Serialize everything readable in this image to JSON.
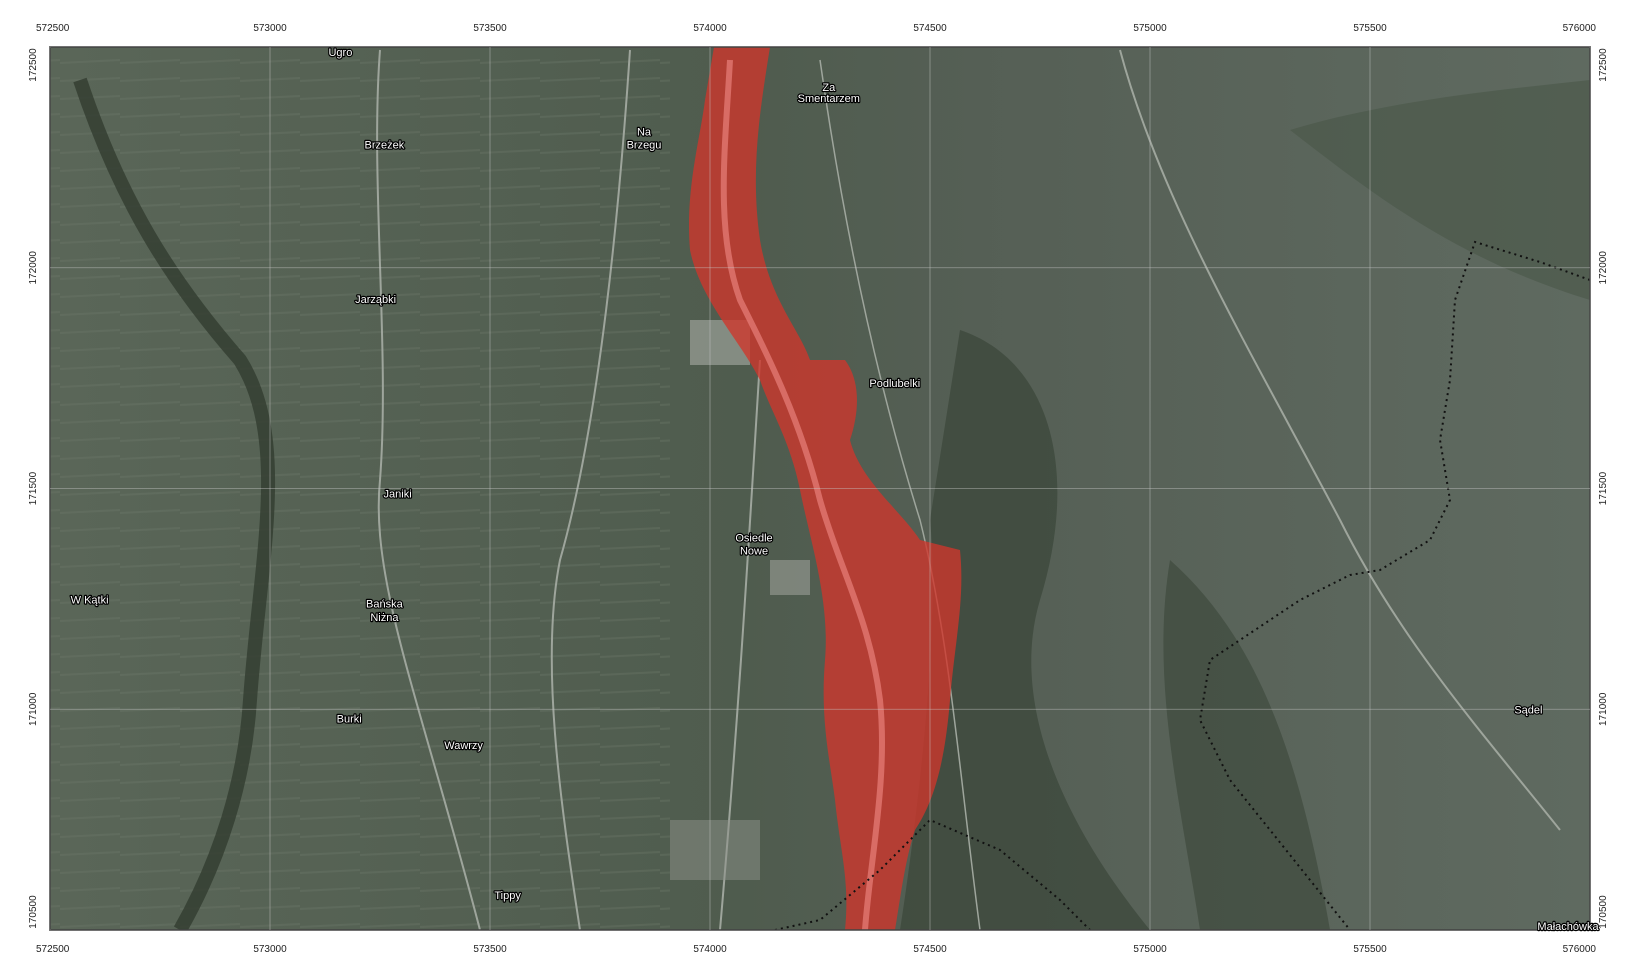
{
  "map": {
    "x_ticks": [
      {
        "label": "572500",
        "value": 572500
      },
      {
        "label": "573000",
        "value": 573000
      },
      {
        "label": "573500",
        "value": 573500
      },
      {
        "label": "574000",
        "value": 574000
      },
      {
        "label": "574500",
        "value": 574500
      },
      {
        "label": "575000",
        "value": 575000
      },
      {
        "label": "575500",
        "value": 575500
      },
      {
        "label": "576000",
        "value": 576000
      }
    ],
    "y_ticks": [
      {
        "label": "172500",
        "value": 172500
      },
      {
        "label": "172000",
        "value": 172000
      },
      {
        "label": "171500",
        "value": 171500
      },
      {
        "label": "171000",
        "value": 171000
      },
      {
        "label": "170500",
        "value": 170500
      }
    ],
    "places": [
      {
        "name": "Ugro",
        "x": 573160,
        "y": 172480
      },
      {
        "name": "Brzeżek",
        "x": 573260,
        "y": 172270
      },
      {
        "name": "Jarząbki",
        "x": 573240,
        "y": 171920
      },
      {
        "name": "Janiki",
        "x": 573290,
        "y": 171480
      },
      {
        "name": "W Kątki",
        "x": 572590,
        "y": 171240
      },
      {
        "name": "Bańska",
        "x": 573260,
        "y": 171230
      },
      {
        "name": "Niżna",
        "x": 573260,
        "y": 171200
      },
      {
        "name": "Burki",
        "x": 573180,
        "y": 170970
      },
      {
        "name": "Wawrzy",
        "x": 573440,
        "y": 170910
      },
      {
        "name": "Tippy",
        "x": 573540,
        "y": 170570
      },
      {
        "name": "Na",
        "x": 573850,
        "y": 172300
      },
      {
        "name": "Brzegu",
        "x": 573850,
        "y": 172270
      },
      {
        "name": "Za",
        "x": 574270,
        "y": 172400
      },
      {
        "name": "Smentarzem",
        "x": 574270,
        "y": 172375
      },
      {
        "name": "Podlubelki",
        "x": 574420,
        "y": 171730
      },
      {
        "name": "Osiedle",
        "x": 574100,
        "y": 171380
      },
      {
        "name": "Nowe",
        "x": 574100,
        "y": 171350
      },
      {
        "name": "Sądel",
        "x": 575860,
        "y": 170990
      },
      {
        "name": "Małachówka",
        "x": 575950,
        "y": 170500
      }
    ],
    "colors": {
      "flood_zone": "#d0362b",
      "boundary_line": "#111111",
      "grid": "#c9c9c9"
    }
  }
}
